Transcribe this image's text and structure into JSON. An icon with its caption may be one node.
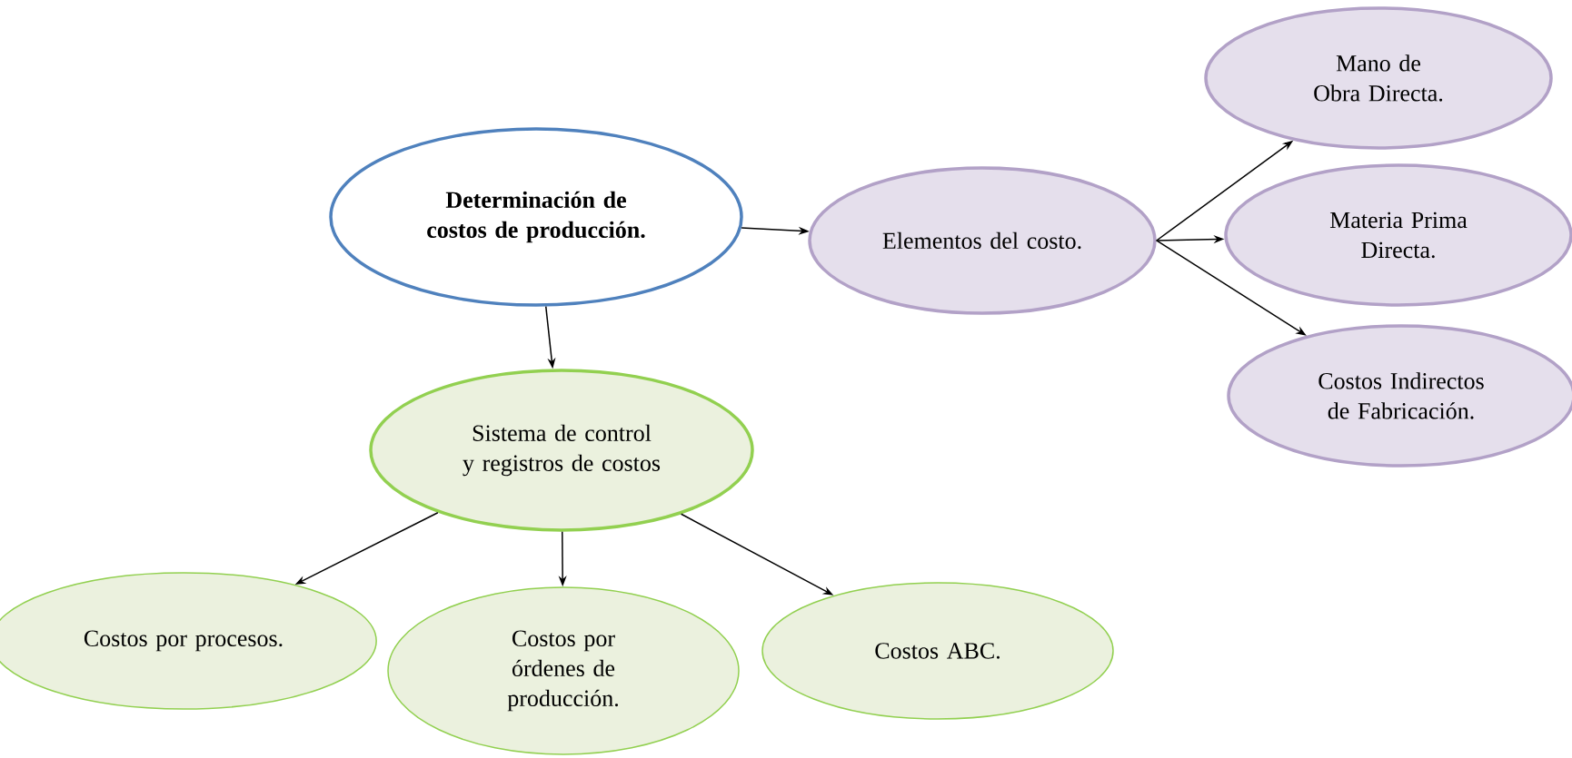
{
  "diagram": {
    "nodes": [
      {
        "text": [
          "Determinación de costos de producción."
        ]
      },
      {
        "text": [
          "Elementos del costo."
        ]
      },
      {
        "text": [
          "Mano de Obra Directa."
        ]
      },
      {
        "text": [
          "Materia Prima Directa."
        ]
      },
      {
        "text": [
          "Costos Indirectos de Fabricación."
        ]
      },
      {
        "text": [
          "Sistema de control y registros de costos"
        ]
      },
      {
        "text": [
          "Costos por procesos."
        ]
      },
      {
        "text": [
          "Costos por órdenes de producción."
        ]
      },
      {
        "text": [
          "Costos ABC."
        ]
      }
    ],
    "edges": [
      {
        "from": 0,
        "to": 1,
        "arrow": "to"
      },
      {
        "from": 0,
        "to": 5,
        "arrow": "to"
      },
      {
        "from": 1,
        "to": 2,
        "arrow": "to"
      },
      {
        "from": 1,
        "to": 3,
        "arrow": "to"
      },
      {
        "from": 1,
        "to": 4,
        "arrow": "to"
      },
      {
        "from": 5,
        "to": 6,
        "arrow": "to"
      },
      {
        "from": 5,
        "to": 7,
        "arrow": "to"
      },
      {
        "from": 5,
        "to": 8,
        "arrow": "to"
      }
    ]
  }
}
